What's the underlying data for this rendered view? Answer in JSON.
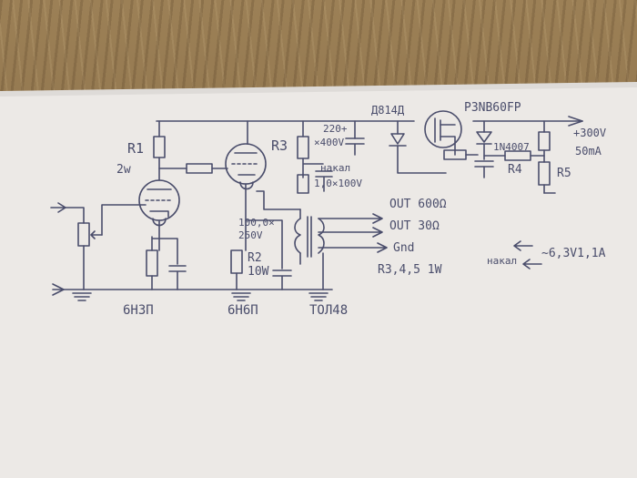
{
  "labels": {
    "r1": "R1",
    "r1_power": "2w",
    "r2": "R2",
    "r2_power": "10W",
    "r3": "R3",
    "r4": "R4",
    "r5": "R5",
    "cap_top": "220+",
    "cap_top_v": "×400V",
    "heater_top": "накал",
    "cap_heater": "1,0×100V",
    "cap_cathode": "100,0×",
    "cap_cathode_v": "250V",
    "zener": "Д814Д",
    "mosfet": "P3NB60FP",
    "diode": "1N4007",
    "plus_300": "+300V",
    "current": "50mA",
    "out_600": "OUT 600Ω",
    "out_30": "OUT 30Ω",
    "gnd": "Gnd",
    "r345": "R3,4,5  1W",
    "heater_right": "накал",
    "heater_supply": "~6,3V1,1A",
    "tube1": "6Н3П",
    "tube2": "6Н6П",
    "transformer": "ТОЛ48"
  },
  "colors": {
    "ink": "#4a4d6b",
    "paper": "#ece9e6",
    "wood": "#8a6f45"
  }
}
